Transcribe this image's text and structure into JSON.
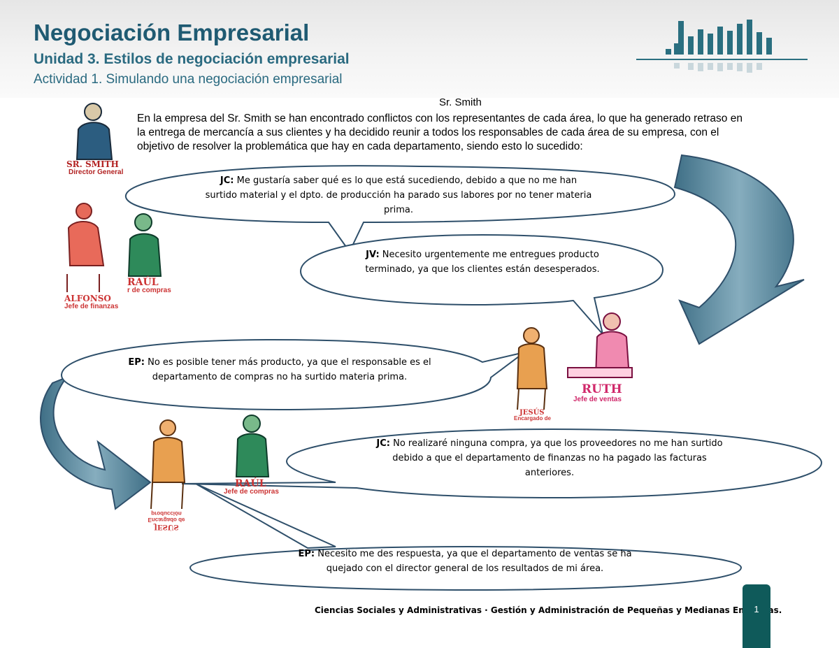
{
  "header": {
    "title": "Negociación Empresarial",
    "unit": "Unidad 3. Estilos de negociación empresarial",
    "activity": "Actividad 1. Simulando una negociación empresarial"
  },
  "intro": {
    "speaker": "Sr. Smith",
    "text": "En la empresa del Sr. Smith se han encontrado conflictos con los representantes de cada área, lo que ha generado retraso en la entrega de mercancía a sus clientes y ha decidido reunir a todos los responsables de cada área de su empresa, con el objetivo de resolver la problemática que hay en cada departamento, siendo esto lo sucedido:"
  },
  "characters": {
    "smith": {
      "name": "SR. SMITH",
      "role": "Director General"
    },
    "alfonso": {
      "name": "ALFONSO",
      "role": "Jefe de finanzas"
    },
    "raul1": {
      "name": "RAÚL",
      "role": "r de compras"
    },
    "ruth": {
      "name": "RUTH",
      "role": "Jefe de ventas"
    },
    "jesus1": {
      "name": "JESÚS",
      "role": "Encargado de"
    },
    "raul2": {
      "name": "RAÚL",
      "role": "Jefe de compras"
    },
    "jesus2": {
      "name": "JESÚS",
      "role": "Encargado de producción"
    }
  },
  "dialogues": [
    {
      "speaker": "JC:",
      "text": "Me gustaría saber qué es lo que está sucediendo, debido a que no me han surtido material y el dpto. de producción ha parado sus labores por no tener materia prima."
    },
    {
      "speaker": "JV:",
      "text": "Necesito urgentemente me entregues producto terminado, ya que los clientes están desesperados."
    },
    {
      "speaker": "EP:",
      "text": "No es posible tener más producto, ya que el responsable es el departamento de compras no ha surtido materia prima."
    },
    {
      "speaker": "JC:",
      "text": "No realizaré ninguna compra, ya que los proveedores no me han surtido debido a que el departamento de finanzas no ha pagado las facturas anteriores."
    },
    {
      "speaker": "EP:",
      "text": "Necesito me des respuesta, ya que el departamento de ventas se ha quejado con el director general de los resultados de mi área."
    }
  ],
  "footer": {
    "text": "Ciencias Sociales y Administrativas · Gestión y Administración de Pequeñas y Medianas Empresas.",
    "page": "1"
  },
  "colors": {
    "title": "#1f5a72",
    "arrow": "#5f8ea3",
    "bubble_border": "#2e4f6a",
    "page_tab": "#0f5a5a"
  }
}
